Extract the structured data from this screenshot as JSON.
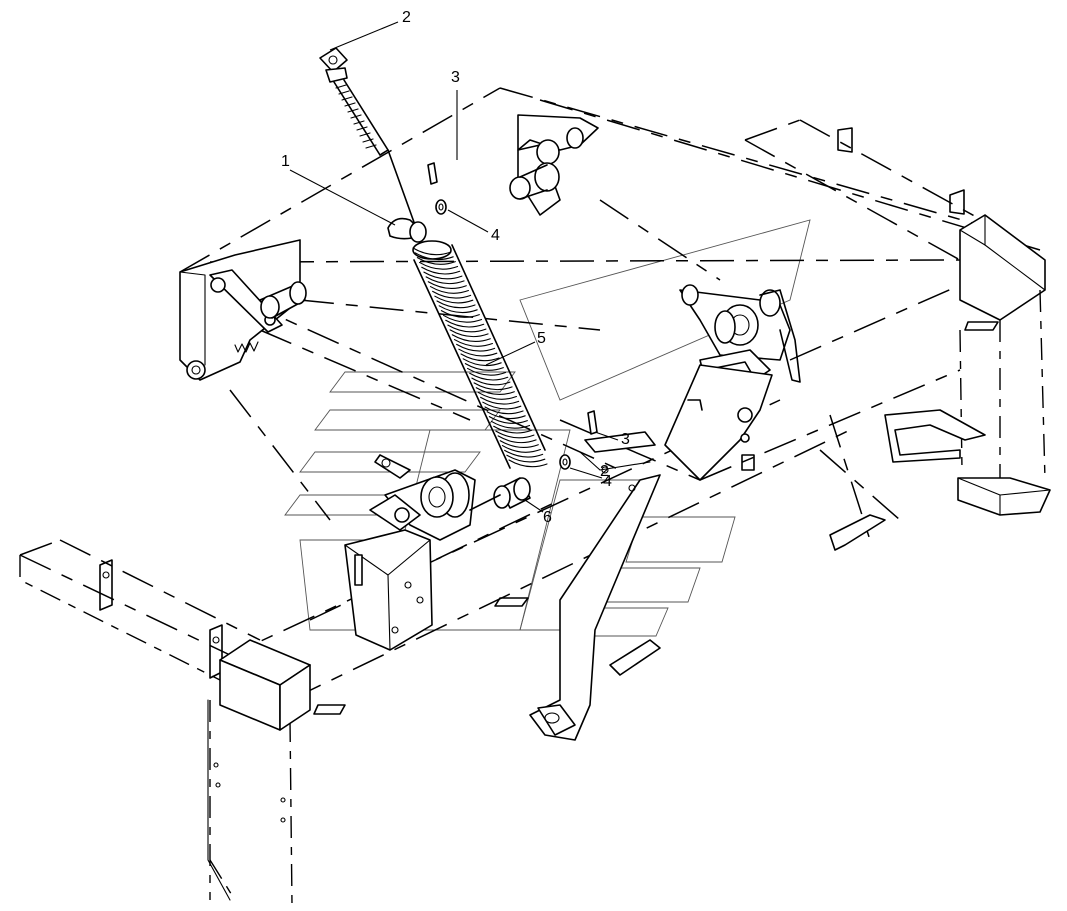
{
  "diagram": {
    "type": "exploded-parts-view",
    "callouts": [
      {
        "id": "c2a",
        "label": "2"
      },
      {
        "id": "c3a",
        "label": "3"
      },
      {
        "id": "c1",
        "label": "1"
      },
      {
        "id": "c4a",
        "label": "4"
      },
      {
        "id": "c5",
        "label": "5"
      },
      {
        "id": "c3b",
        "label": "3"
      },
      {
        "id": "c2b",
        "label": "2"
      },
      {
        "id": "c4b",
        "label": "4"
      },
      {
        "id": "c6",
        "label": "6"
      }
    ]
  }
}
